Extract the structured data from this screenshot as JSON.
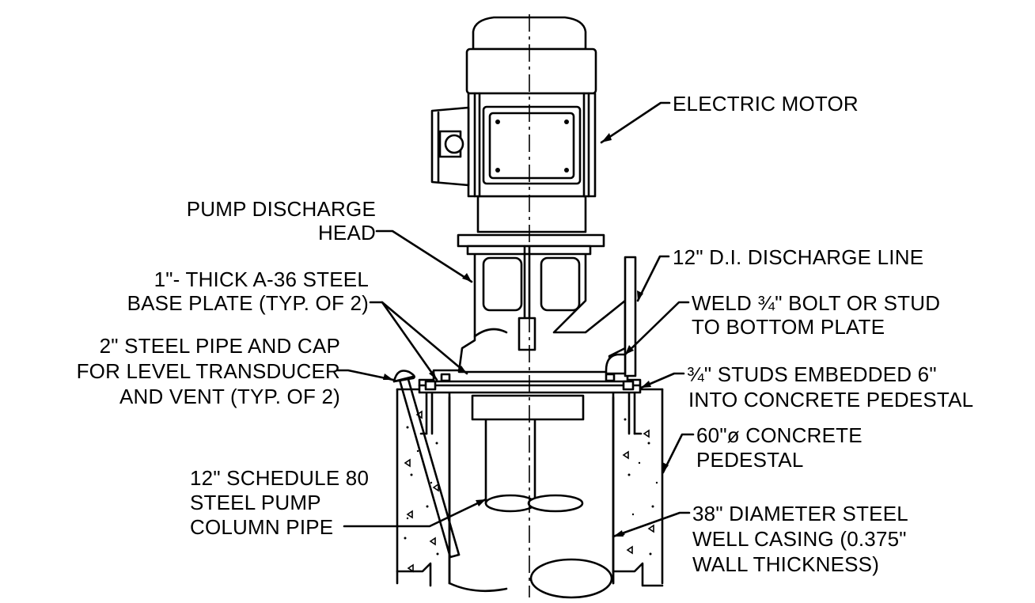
{
  "labels": {
    "electric_motor": "ELECTRIC MOTOR",
    "pump_discharge_head_1": "PUMP DISCHARGE",
    "pump_discharge_head_2": "HEAD",
    "discharge_line": "12\" D.I. DISCHARGE LINE",
    "base_plate_1": "1\"- THICK A-36 STEEL",
    "base_plate_2": "BASE PLATE (TYP. OF 2)",
    "weld_bolt_1": "WELD ¾\" BOLT OR STUD",
    "weld_bolt_2": "TO BOTTOM PLATE",
    "steel_pipe_1": "2\" STEEL PIPE AND CAP",
    "steel_pipe_2": "FOR LEVEL TRANSDUCER",
    "steel_pipe_3": "AND VENT (TYP. OF 2)",
    "studs_1": "¾\" STUDS EMBEDDED 6\"",
    "studs_2": "INTO CONCRETE PEDESTAL",
    "pedestal_1": "60\"ø CONCRETE",
    "pedestal_2": "PEDESTAL",
    "column_pipe_1": "12\" SCHEDULE 80",
    "column_pipe_2": "STEEL PUMP",
    "column_pipe_3": "COLUMN PIPE",
    "casing_1": "38\" DIAMETER STEEL",
    "casing_2": "WELL CASING (0.375\"",
    "casing_3": "WALL THICKNESS)"
  },
  "colors": {
    "line": "#000000",
    "background": "#ffffff"
  }
}
